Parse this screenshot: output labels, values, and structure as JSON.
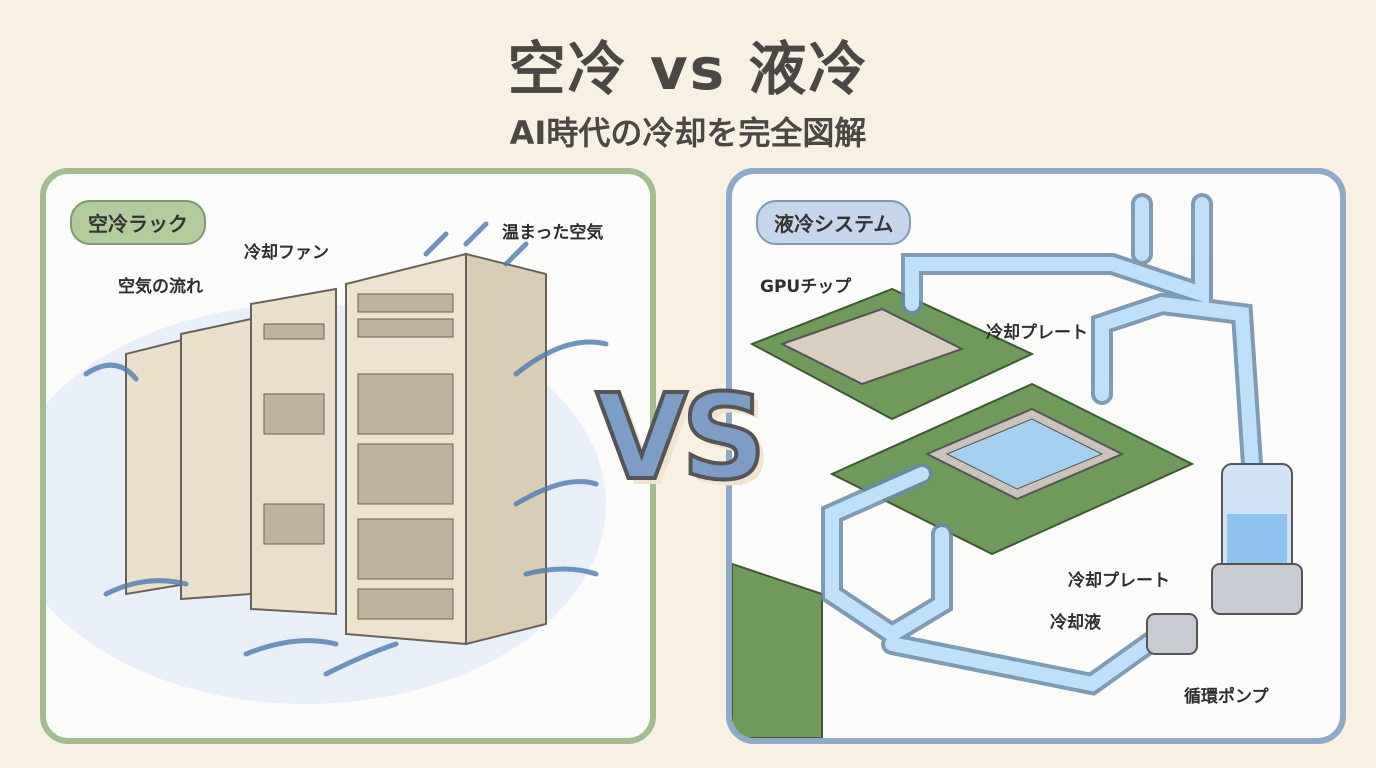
{
  "header": {
    "title": "空冷 vs 液冷",
    "subtitle": "AI時代の冷却を完全図解"
  },
  "vs_label": "VS",
  "air": {
    "tag": "空冷ラック",
    "labels": {
      "fan": "冷却ファン",
      "airflow": "空気の流れ",
      "warm_air": "温まった空気"
    }
  },
  "liquid": {
    "tag": "液冷システム",
    "labels": {
      "gpu": "GPUチップ",
      "plate_top": "冷却プレート",
      "plate_bottom": "冷却プレート",
      "coolant": "冷却液",
      "pump": "循環ポンプ"
    }
  },
  "colors": {
    "air_border": "#a3bd8f",
    "liquid_border": "#8ea9c9",
    "pipe": "#a9cdee",
    "board": "#6f9a5c"
  }
}
